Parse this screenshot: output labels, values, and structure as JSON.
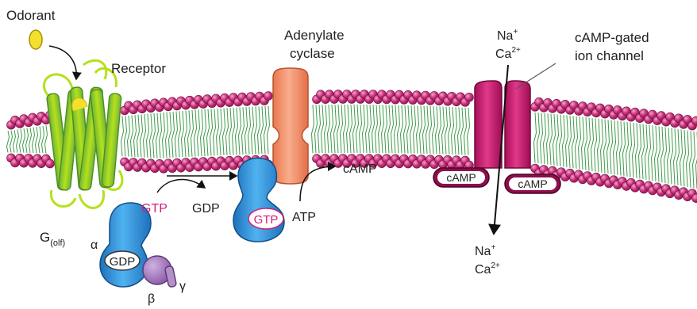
{
  "labels": {
    "odorant": "Odorant",
    "receptor": "Receptor",
    "adenylate_line1": "Adenylate",
    "adenylate_line2": "cyclase",
    "channel_line1": "cAMP-gated",
    "channel_line2": "ion channel",
    "na_top": "Na",
    "na_top_sup": "+",
    "ca_top": "Ca",
    "ca_top_sup": "2+",
    "na_bottom": "Na",
    "na_bottom_sup": "+",
    "ca_bottom": "Ca",
    "ca_bottom_sup": "2+",
    "gtp_free": "GTP",
    "gdp_free": "GDP",
    "gtp_bound": "GTP",
    "atp": "ATP",
    "camp_product": "cAMP",
    "camp_site_left": "cAMP",
    "camp_site_right": "cAMP",
    "gprotein_g": "G",
    "gprotein_sub": "(olf)",
    "alpha": "α",
    "beta": "β",
    "gamma": "γ",
    "gdp_bound": "GDP"
  },
  "colors": {
    "lipid_head": "#c8307a",
    "lipid_tail": "#3f9a4a",
    "receptor": "#b5e11b",
    "g_alpha": "#2a8fd8",
    "g_beta": "#9a6bb0",
    "adenylate_cyclase": "#ef8c66",
    "ion_channel": "#c8106a",
    "gtp_text": "#d21f7a"
  }
}
